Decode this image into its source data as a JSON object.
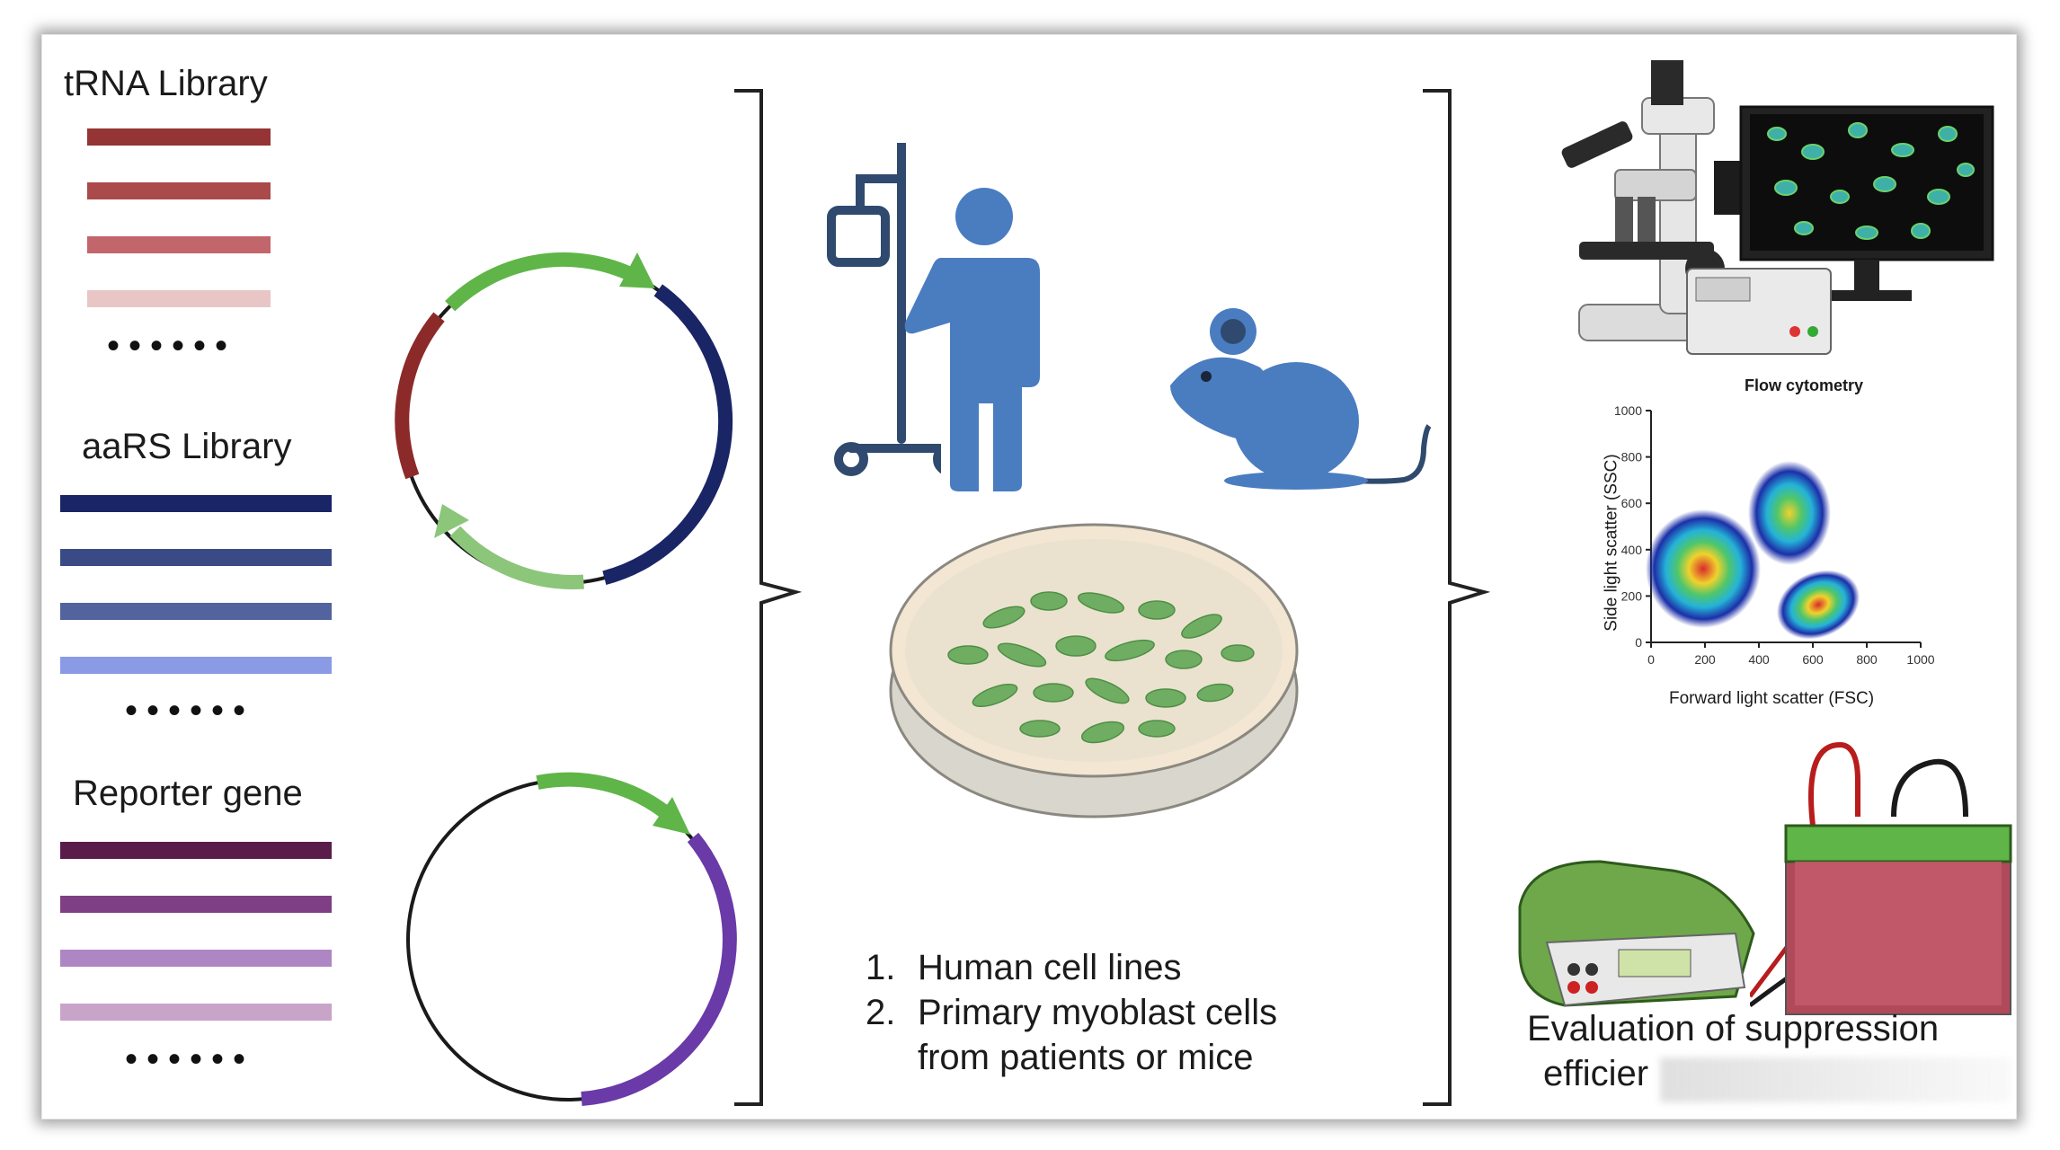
{
  "libraries": {
    "trna": {
      "title": "tRNA Library",
      "colors": [
        "#943434",
        "#aa4a4a",
        "#c2666c",
        "#e8c6c6"
      ]
    },
    "aars": {
      "title": "aaRS Library",
      "colors": [
        "#1a2566",
        "#3a4a86",
        "#52639e",
        "#8a9ae4"
      ]
    },
    "reporter": {
      "title": "Reporter gene",
      "colors": [
        "#5a1d4a",
        "#7e3f84",
        "#ae86c4",
        "#c8a4c8"
      ]
    }
  },
  "cells": {
    "items": [
      "Human cell lines",
      "Primary myoblast cells from patients or mice"
    ],
    "item_1_line1": "Human cell lines",
    "item_2_line1": "Primary myoblast cells",
    "item_2_line2": "from patients or mice",
    "markers": [
      "1.",
      "2."
    ]
  },
  "flow_plot": {
    "title": "Flow cytometry",
    "xlabel": "Forward light scatter (FSC)",
    "ylabel": "Side light scatter (SSC)",
    "x_ticks": [
      "0",
      "200",
      "400",
      "600",
      "800",
      "1000"
    ],
    "y_ticks": [
      "0",
      "200",
      "400",
      "600",
      "800",
      "1000"
    ]
  },
  "evaluation": {
    "line1": "Evaluation of suppression",
    "line2": "efficier"
  },
  "colors": {
    "person_blue": "#4a7cc0",
    "plasmid_green": "#5fb548",
    "plasmid_light_green": "#8cc67a",
    "plasmid_navy": "#1a2566",
    "plasmid_maroon": "#8c2a2a",
    "plasmid_purple": "#6a3aa8",
    "cell_green": "#6fae62"
  },
  "icons": [
    "iv-stand-icon",
    "person-icon",
    "mouse-icon",
    "petri-dish-icon",
    "microscope-icon",
    "monitor-icon",
    "flow-cytometry-plot",
    "electrophoresis-power-supply-icon",
    "gel-tank-icon"
  ]
}
